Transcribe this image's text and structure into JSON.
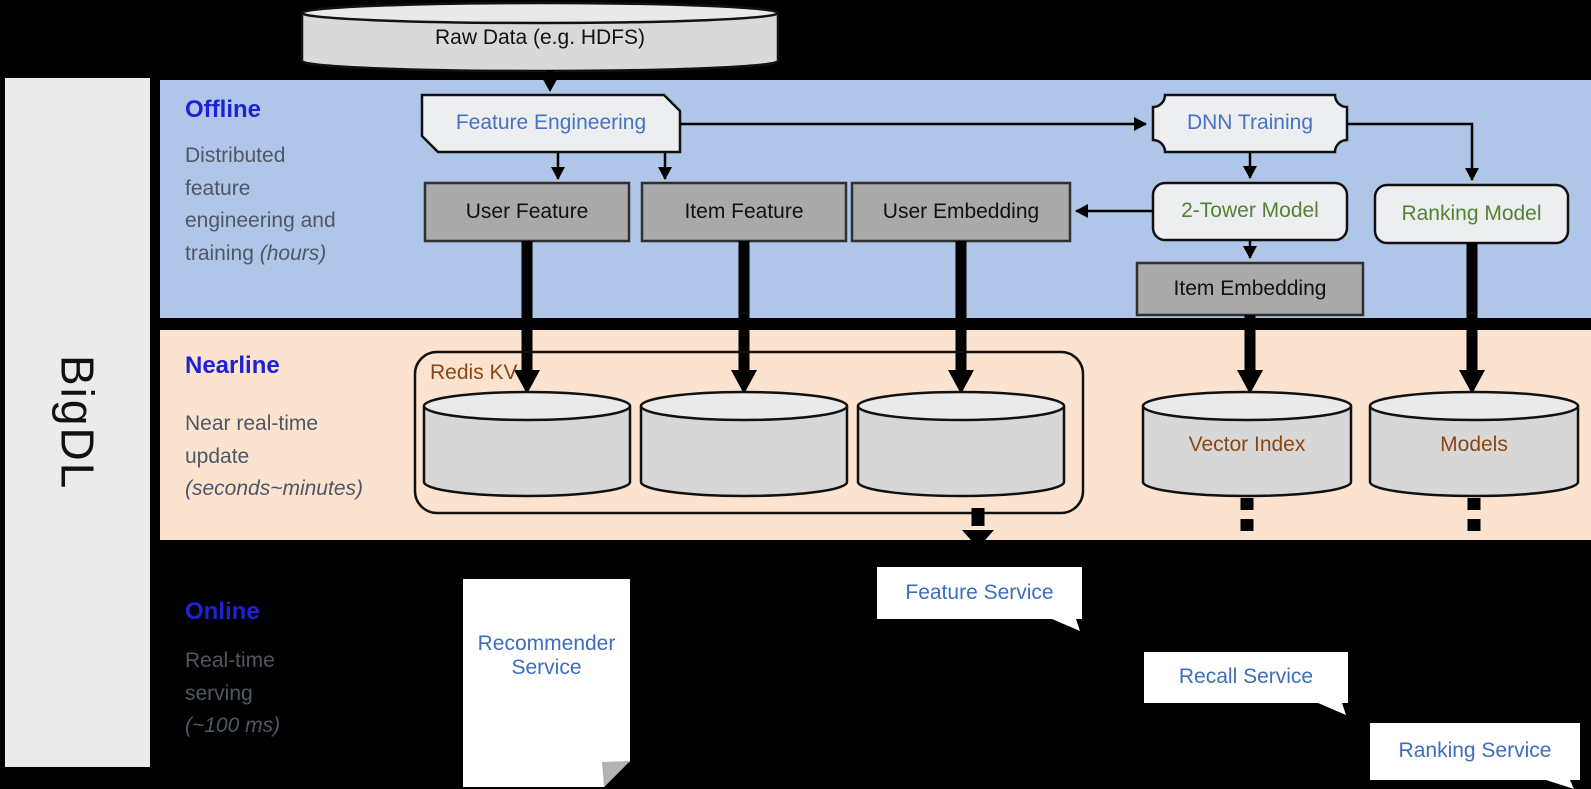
{
  "brand": "BigDL",
  "datasource": {
    "label": "Raw Data (e.g. HDFS)"
  },
  "sections": {
    "offline": {
      "title": "Offline",
      "desc": "Distributed feature engineering and training ",
      "desc_em": "(hours)"
    },
    "nearline": {
      "title": "Nearline",
      "desc": "Near real-time update ",
      "desc_em": "(seconds~minutes)"
    },
    "online": {
      "title": "Online",
      "desc": "Real-time serving ",
      "desc_em": "(~100 ms)"
    }
  },
  "nodes": {
    "feature_engineering": "Feature Engineering",
    "dnn_training": "DNN Training",
    "user_feature": "User Feature",
    "item_feature": "Item Feature",
    "user_embedding": "User Embedding",
    "two_tower_model": "2-Tower Model",
    "ranking_model": "Ranking Model",
    "item_embedding": "Item Embedding",
    "redis_kv": "Redis KV",
    "vector_index": "Vector Index",
    "models": "Models",
    "recommender_service": "Recommender Service",
    "feature_service": "Feature Service",
    "recall_service": "Recall Service",
    "ranking_service": "Ranking Service"
  },
  "colors": {
    "offline_band": "#afc6e8",
    "nearline_band": "#fbe3d0",
    "background": "#000000",
    "section_title_blue": "#1e22d4",
    "node_label_blue": "#4472c4",
    "service_label_blue": "#3e6dbf",
    "model_label_green": "#548235",
    "storage_label_brown": "#8c4613",
    "body_text_gray": "#4e5766",
    "dark_box_fill": "#a9a9a9",
    "light_box_fill": "#edeef0",
    "cylinder_fill": "#d7d7d7"
  }
}
